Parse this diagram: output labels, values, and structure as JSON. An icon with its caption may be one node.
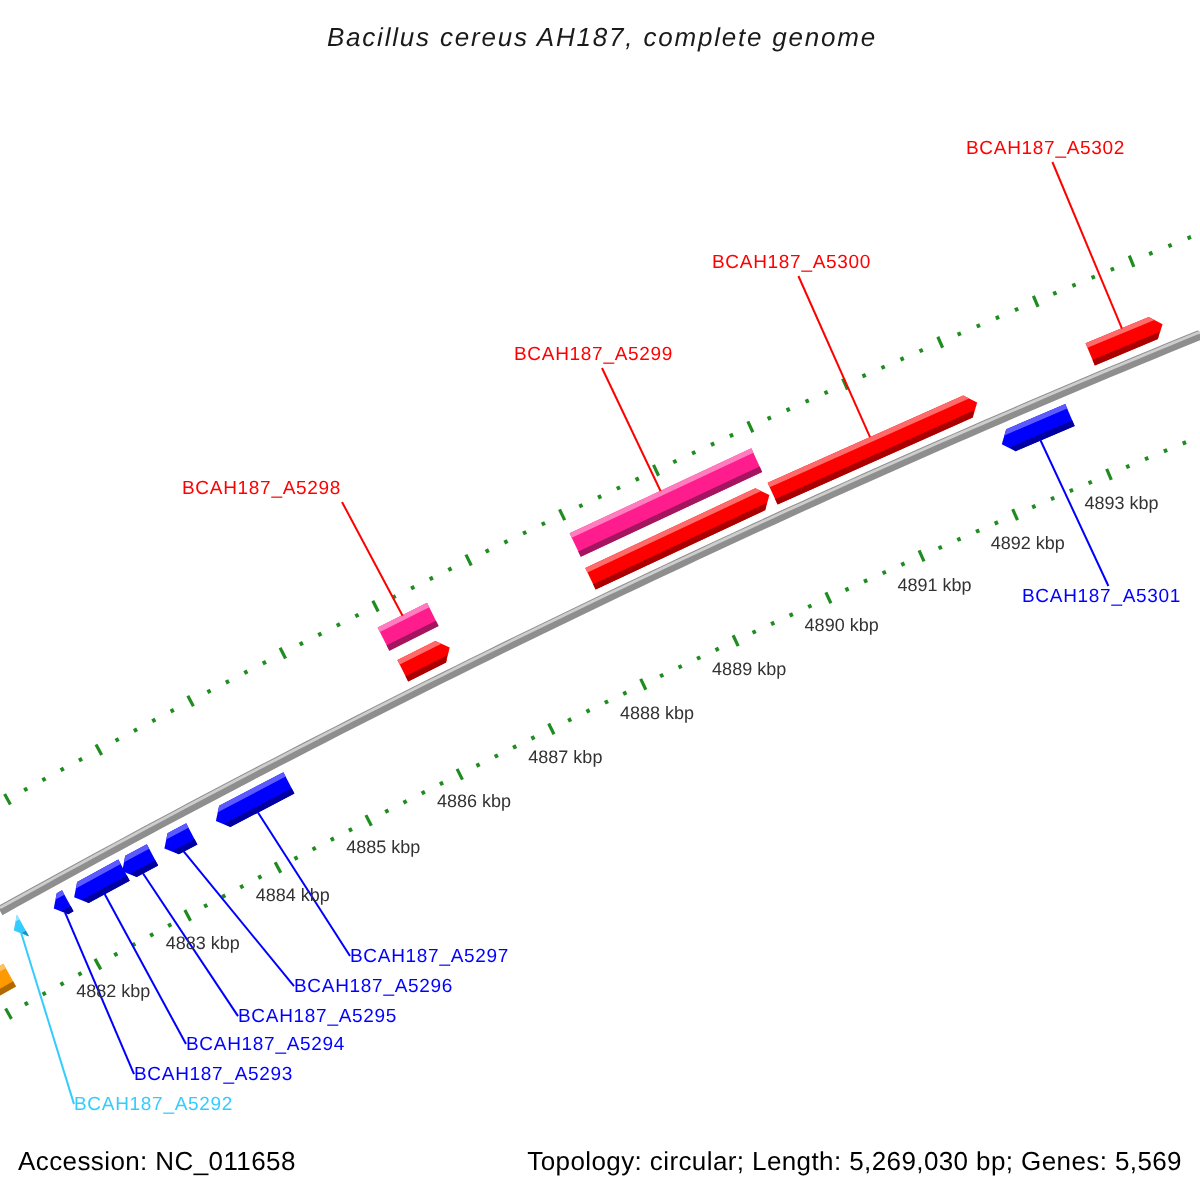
{
  "diagram": {
    "title": "Bacillus cereus AH187, complete genome",
    "nodes": [
      {
        "text": [
          "BCAH187_A5302"
        ]
      },
      {
        "text": [
          "BCAH187_A5300"
        ]
      },
      {
        "text": [
          "BCAH187_A5299"
        ]
      },
      {
        "text": [
          "BCAH187_A5298"
        ]
      },
      {
        "text": [
          "BCAH187_A5301"
        ]
      },
      {
        "text": [
          "BCAH187_A5297"
        ]
      },
      {
        "text": [
          "BCAH187_A5296"
        ]
      },
      {
        "text": [
          "BCAH187_A5295"
        ]
      },
      {
        "text": [
          "BCAH187_A5294"
        ]
      },
      {
        "text": [
          "BCAH187_A5293"
        ]
      },
      {
        "text": [
          "BCAH187_A5292"
        ]
      },
      {
        "text": [],
        "shape": "bar"
      },
      {
        "text": [],
        "shape": "arrow"
      },
      {
        "text": [],
        "shape": "arrow"
      },
      {
        "text": [],
        "shape": "arrow"
      },
      {
        "text": [],
        "shape": "arrow"
      },
      {
        "text": [],
        "shape": "arrow"
      },
      {
        "text": [],
        "shape": "arrow"
      },
      {
        "text": [],
        "shape": "bar"
      },
      {
        "text": [],
        "shape": "arrow"
      },
      {
        "text": [],
        "shape": "bar"
      },
      {
        "text": [],
        "shape": "arrow"
      },
      {
        "text": [],
        "shape": "arrow"
      },
      {
        "text": [],
        "shape": "arrow"
      },
      {
        "text": [],
        "shape": "arrow"
      }
    ],
    "edges": [
      {
        "from": 0,
        "to": 24,
        "arrow": "none",
        "color": "#ff0000"
      },
      {
        "from": 1,
        "to": 22,
        "arrow": "none",
        "color": "#ff0000"
      },
      {
        "from": 2,
        "to": 20,
        "arrow": "none",
        "color": "#ff0000"
      },
      {
        "from": 3,
        "to": 18,
        "arrow": "none",
        "color": "#ff0000"
      },
      {
        "from": 4,
        "to": 23,
        "arrow": "none"
      },
      {
        "from": 5,
        "to": 17,
        "arrow": "none"
      },
      {
        "from": 6,
        "to": 16,
        "arrow": "none"
      },
      {
        "from": 7,
        "to": 15,
        "arrow": "none"
      },
      {
        "from": 8,
        "to": 14,
        "arrow": "none"
      },
      {
        "from": 9,
        "to": 13,
        "arrow": "none"
      },
      {
        "from": 10,
        "to": 12,
        "arrow": "none",
        "color": "#33ccff"
      }
    ],
    "labels": [
      "4893 kbp",
      "4892 kbp",
      "4891 kbp",
      "4890 kbp",
      "4889 kbp",
      "4888 kbp",
      "4887 kbp",
      "4886 kbp",
      "4885 kbp",
      "4884 kbp",
      "4883 kbp",
      "4882 kbp",
      "Accession: NC_011658",
      "Topology: circular; Length: 5,269,030 bp; Genes: 5,569"
    ]
  }
}
